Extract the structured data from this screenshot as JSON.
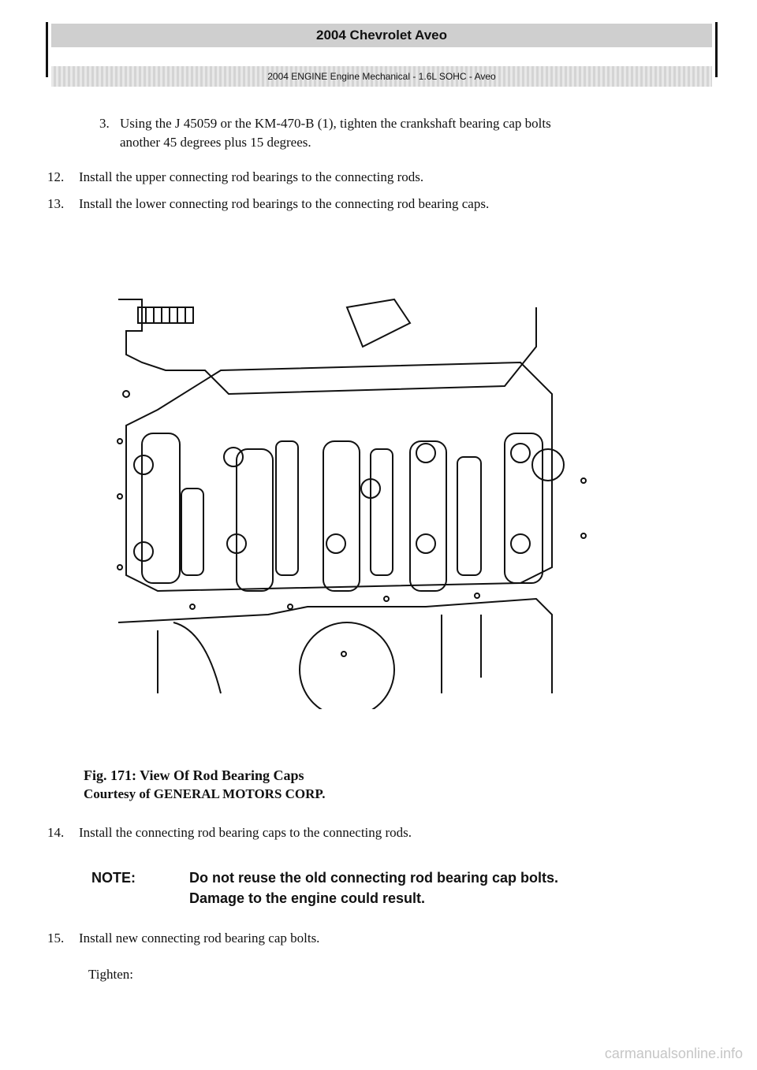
{
  "header": {
    "title": "2004 Chevrolet Aveo",
    "subtitle": "2004 ENGINE Engine Mechanical - 1.6L SOHC - Aveo"
  },
  "steps": {
    "s3_num": "3.",
    "s3_line1": "Using the J 45059 or the KM-470-B (1), tighten the crankshaft bearing cap bolts",
    "s3_line2": "another 45 degrees plus 15 degrees.",
    "s12_num": "12.",
    "s12_text": "Install the upper connecting rod bearings to the connecting rods.",
    "s13_num": "13.",
    "s13_text": "Install the lower connecting rod bearings to the connecting rod bearing caps.",
    "s14_num": "14.",
    "s14_text": "Install the connecting rod bearing caps to the connecting rods.",
    "s15_num": "15.",
    "s15_text": "Install new connecting rod bearing cap bolts."
  },
  "figure": {
    "caption_line1": "Fig. 171: View Of Rod Bearing Caps",
    "caption_line2": "Courtesy of GENERAL MOTORS CORP."
  },
  "note": {
    "label": "NOTE:",
    "line1": "Do not reuse the old connecting rod bearing cap bolts.",
    "line2": "Damage to the engine could result."
  },
  "tighten_label": "Tighten:",
  "watermark": "carmanualsonline.info"
}
